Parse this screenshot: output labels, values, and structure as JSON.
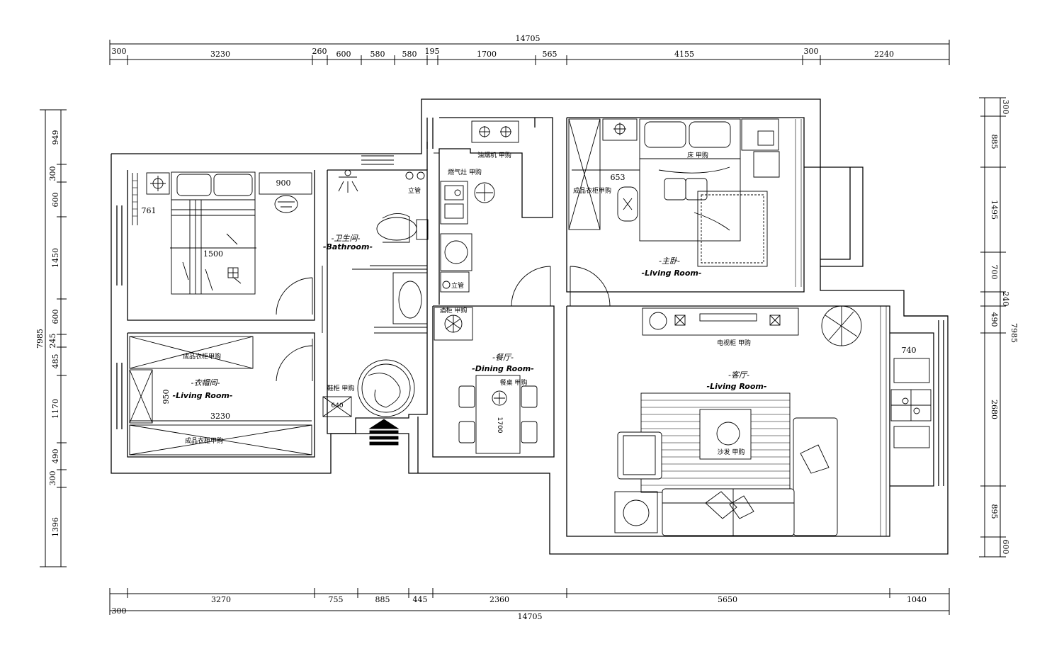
{
  "dimensions": {
    "top_total": "14705",
    "top": [
      "300",
      "3230",
      "260",
      "600",
      "580",
      "580",
      "195",
      "1700",
      "565",
      "4155",
      "300",
      "2240"
    ],
    "bottom_total": "14705",
    "bottom": [
      "300",
      "3270",
      "755",
      "885",
      "445",
      "2360",
      "5650",
      "1040"
    ],
    "left_total": "7985",
    "left": [
      "949",
      "300",
      "600",
      "1450",
      "600",
      "245",
      "485",
      "1170",
      "490",
      "300",
      "1396"
    ],
    "right_total": "7985",
    "right": [
      "300",
      "885",
      "1495",
      "700",
      "240",
      "490",
      "2680",
      "895",
      "600"
    ]
  },
  "rooms": {
    "bathroom_cn": "-卫生间-",
    "bathroom_en": "-Bathroom-",
    "dining_cn": "-餐厅-",
    "dining_en": "-Dining Room-",
    "master_cn": "-主卧-",
    "master_en": "-Living Room-",
    "cloak_cn": "-衣帽间-",
    "cloak_en": "-Living Room-",
    "living_cn": "-客厅-",
    "living_en": "-Living Room-"
  },
  "notes": {
    "bedroom1_wardrobe_dim": "761",
    "bed1_width": "1500",
    "bed1_cabinet": "900",
    "master_wardrobe_depth": "653",
    "master_bed": "床 甲购",
    "master_wardrobe": "成品衣柜甲购",
    "cloak_wardrobe_top": "成品衣柜甲购",
    "cloak_wardrobe_bottom": "成品衣柜甲购",
    "cloak_depth": "950",
    "cloak_length": "3230",
    "range_hood": "油烟机 甲购",
    "stove": "燃气灶 甲购",
    "washer": "立管",
    "toilet_pipe": "立管",
    "kitchen_pipe": "立管",
    "shoe_cabinet": "鞋柜 甲购",
    "shoe_size": "640",
    "plant_cabinet": "酒柜 甲购",
    "dining_table": "餐桌 甲购",
    "dining_table_size": "1700",
    "tv_cabinet": "电视柜 甲购",
    "sofa": "沙发 甲购",
    "balcony_width": "740"
  }
}
